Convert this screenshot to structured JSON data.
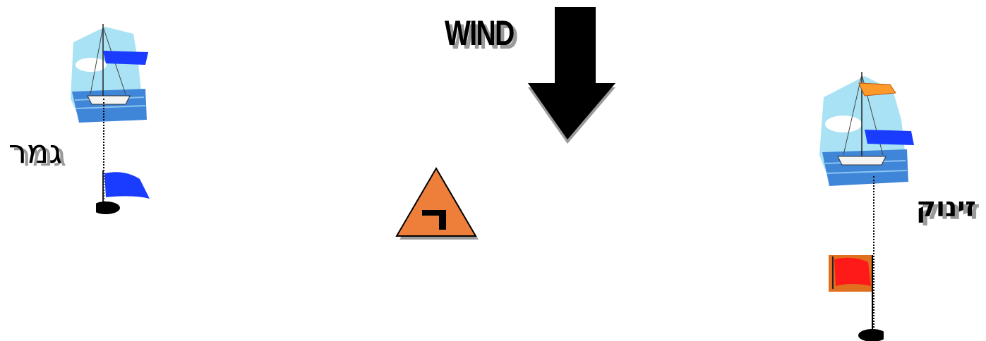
{
  "wind": {
    "label": "WIND"
  },
  "finish": {
    "label": "גמר",
    "flag_color": "#1a3cff"
  },
  "start": {
    "label": "זינוק",
    "flag_color": "#ff1a1a",
    "flag_bg": "#e07020",
    "boat_pennant_color": "#ff9a2a"
  },
  "mark": {
    "number": "1",
    "color": "#ee7f3a"
  },
  "colors": {
    "sky": "#a8e2f4",
    "sea": "#3f86d8",
    "arrow": "#000000",
    "shadow": "#9a9a9a"
  }
}
